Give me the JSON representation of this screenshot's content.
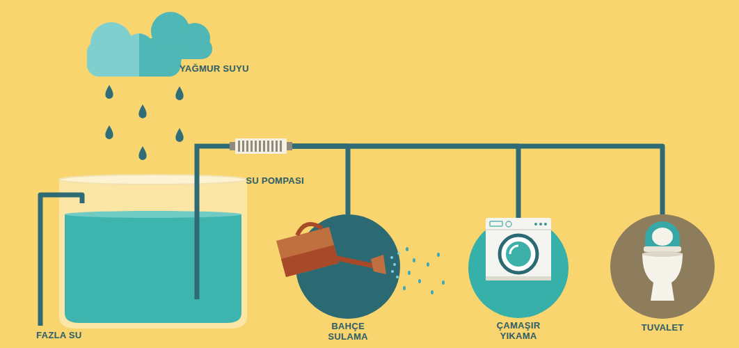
{
  "diagram": {
    "nodes": [
      {
        "text": [
          "SU POMPASI"
        ]
      },
      {
        "text": [
          "BAHÇE SULAMA"
        ]
      },
      {
        "text": [
          "ÇAMAŞIR YIKAMA"
        ]
      },
      {
        "text": [
          "TUVALET"
        ]
      }
    ],
    "edges": [
      {
        "from": 0,
        "to": 1,
        "arrow": "none"
      },
      {
        "from": 0,
        "to": 2,
        "arrow": "none"
      },
      {
        "from": 0,
        "to": 3,
        "arrow": "none"
      }
    ],
    "labels": [
      "YAĞMUR SUYU",
      "FAZLA SU"
    ]
  }
}
